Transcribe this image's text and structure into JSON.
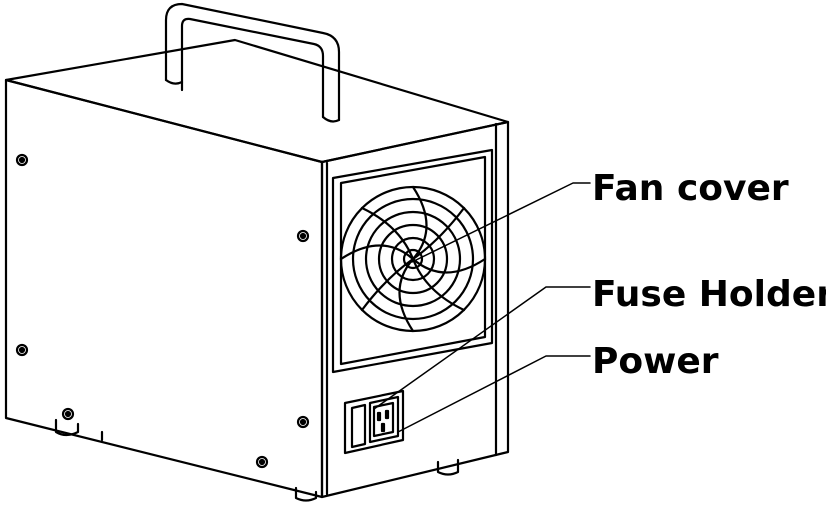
{
  "labels": {
    "fan_cover": "Fan cover",
    "fuse_holder": "Fuse Holder",
    "power": "Power"
  },
  "colors": {
    "line": "#000000",
    "background": "#ffffff"
  }
}
